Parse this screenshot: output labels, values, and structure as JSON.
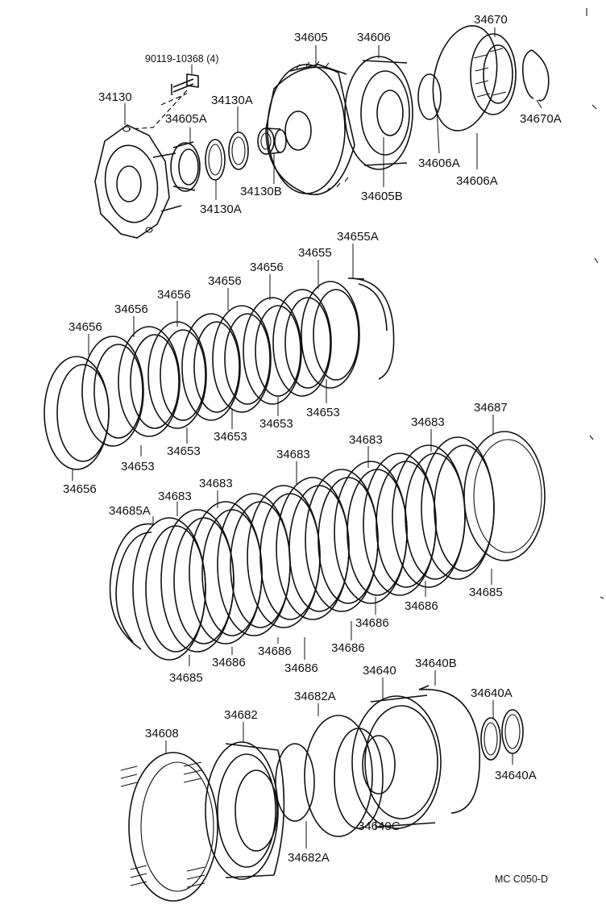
{
  "labels": {
    "bolt": "90119-10368 (4)",
    "p34130": "34130",
    "p34605A": "34605A",
    "p34130A_top": "34130A",
    "p34605": "34605",
    "p34606": "34606",
    "p34670": "34670",
    "p34670A": "34670A",
    "p34606A_1": "34606A",
    "p34606A_2": "34606A",
    "p34130B": "34130B",
    "p34130A_bot": "34130A",
    "p34605B": "34605B",
    "p34655A": "34655A",
    "p34655": "34655",
    "p34656_a": "34656",
    "p34656_b": "34656",
    "p34656_c": "34656",
    "p34656_d": "34656",
    "p34656_e": "34656",
    "p34656_f": "34656",
    "p34653_a": "34653",
    "p34653_b": "34653",
    "p34653_c": "34653",
    "p34653_d": "34653",
    "p34653_e": "34653",
    "p34687": "34687",
    "p34683_a": "34683",
    "p34683_b": "34683",
    "p34683_c": "34683",
    "p34683_d": "34683",
    "p34683_e": "34683",
    "p34685A": "34685A",
    "p34686_a": "34686",
    "p34686_b": "34686",
    "p34686_c": "34686",
    "p34686_d": "34686",
    "p34686_e": "34686",
    "p34686_f": "34686",
    "p34685_a": "34685",
    "p34685_b": "34685",
    "p34640": "34640",
    "p34640B": "34640B",
    "p34682A_top": "34682A",
    "p34682": "34682",
    "p34608": "34608",
    "p34640A_1": "34640A",
    "p34640A_2": "34640A",
    "p34682A_bot": "34682A",
    "p34640C": "34640C",
    "code": "MC  C050-D"
  }
}
